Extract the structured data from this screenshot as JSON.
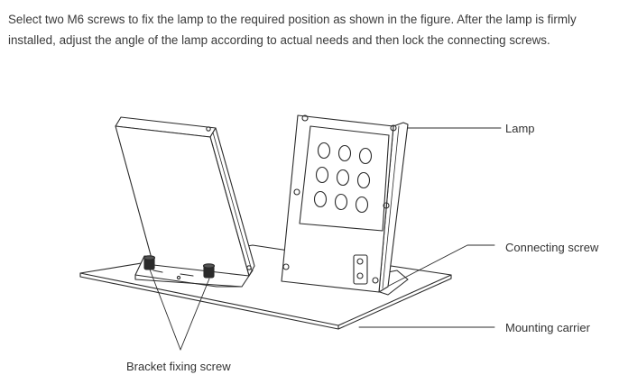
{
  "instructions": {
    "text": "Select two M6 screws to fix the lamp to the required position as shown in the figure. After the lamp is firmly installed, adjust the angle of the lamp according to actual needs and then lock the connecting screws."
  },
  "figure": {
    "callouts": {
      "lamp": "Lamp",
      "connecting_screw": "Connecting screw",
      "mounting_carrier": "Mounting carrier",
      "bracket_fixing_screw": "Bracket fixing screw"
    }
  }
}
